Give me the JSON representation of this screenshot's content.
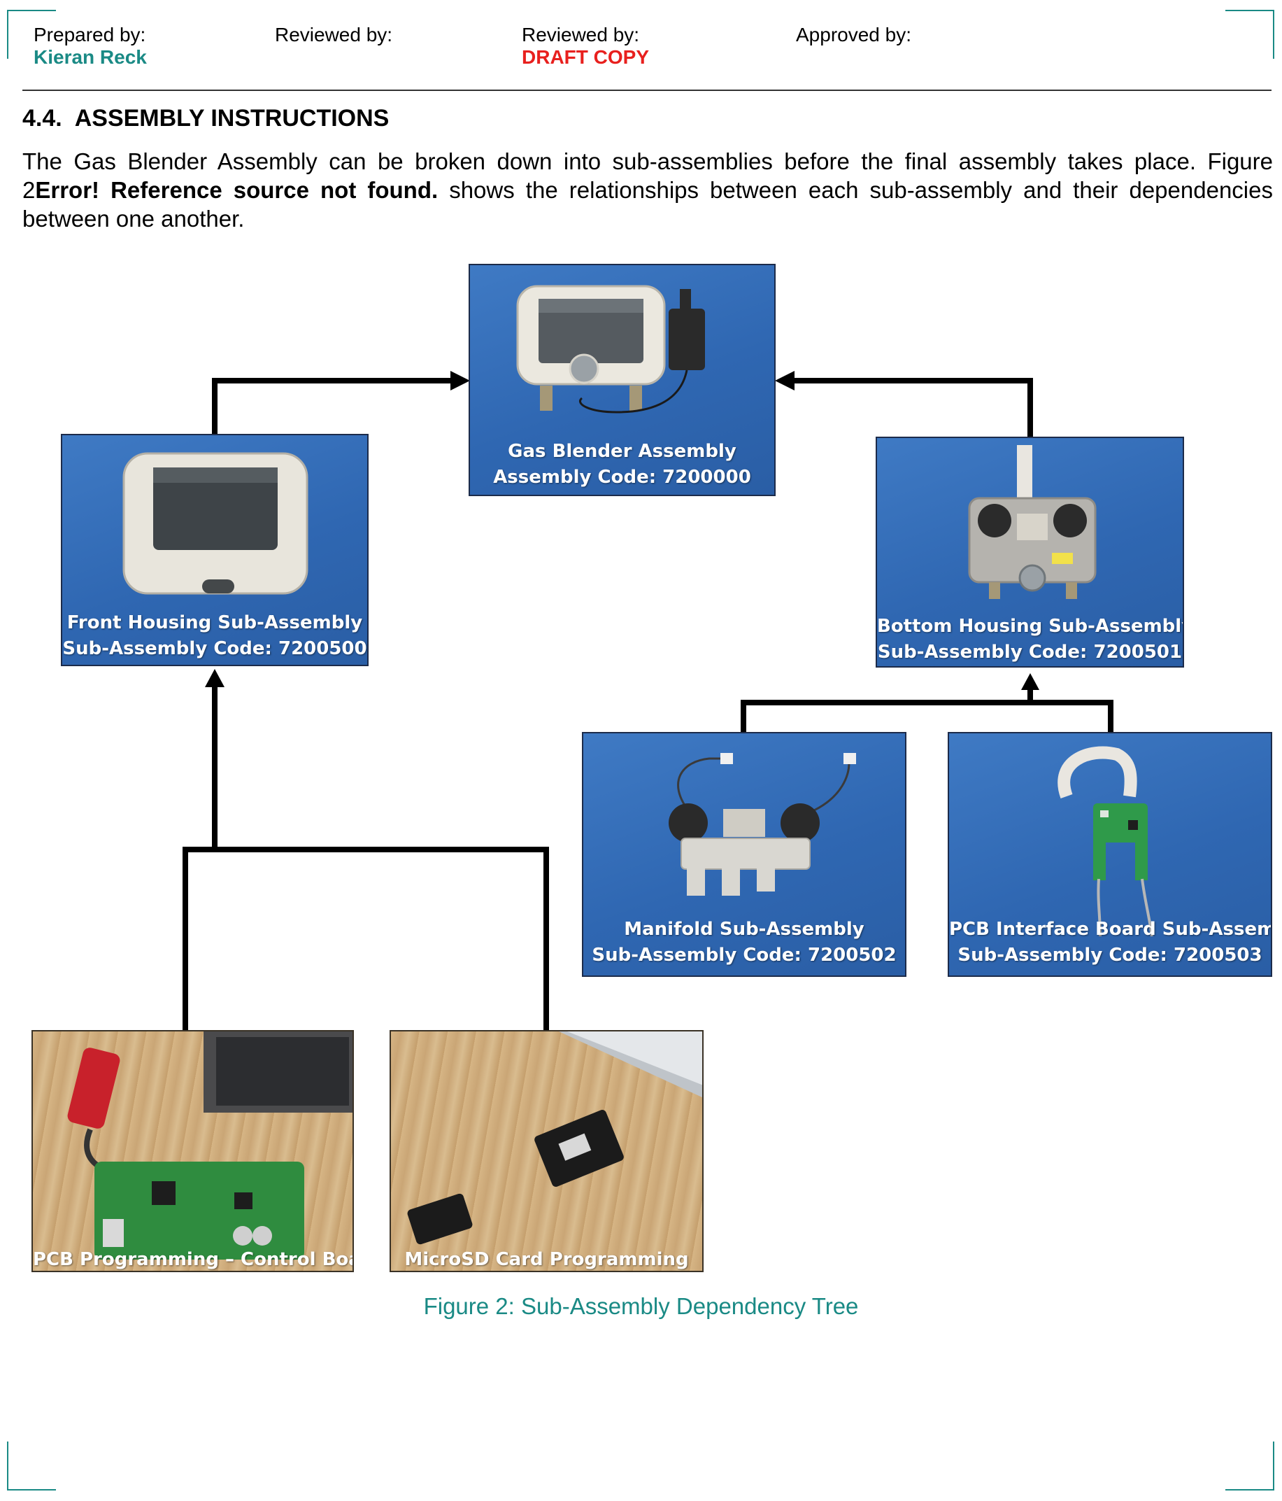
{
  "header": {
    "prepared_label": "Prepared by:",
    "prepared_value": "Kieran Reck",
    "reviewed1_label": "Reviewed by:",
    "reviewed2_label": "Reviewed by:",
    "reviewed2_value": "DRAFT COPY",
    "approved_label": "Approved by:"
  },
  "section": {
    "number": "4.4.",
    "title": "ASSEMBLY INSTRUCTIONS",
    "para_start": "The Gas Blender Assembly can be broken down into sub-assemblies before the final assembly takes place. Figure 2",
    "para_error": "Error! Reference source not found.",
    "para_end": " shows the relationships between each sub-assembly and their dependencies between one another."
  },
  "nodes": {
    "gas_blender": {
      "line1": "Gas Blender Assembly",
      "line2": "Assembly Code: 7200000"
    },
    "front_housing": {
      "line1": "Front Housing Sub-Assembly",
      "line2": "Sub-Assembly Code: 7200500"
    },
    "bottom_housing": {
      "line1": "Bottom Housing Sub-Assembly",
      "line2": "Sub-Assembly Code: 7200501"
    },
    "manifold": {
      "line1": "Manifold Sub-Assembly",
      "line2": "Sub-Assembly Code: 7200502"
    },
    "pcb_interface": {
      "line1": "PCB Interface Board Sub-Assembly",
      "line2": "Sub-Assembly Code: 7200503"
    },
    "pcb_programming": {
      "line1": "PCB Programming – Control Board"
    },
    "microsd": {
      "line1": "MicroSD Card Programming"
    }
  },
  "figure_caption": "Figure 2: Sub-Assembly Dependency Tree",
  "colors": {
    "accent_teal": "#1a8a85",
    "draft_red": "#e8201e",
    "photo_blue": "#3170b8"
  }
}
